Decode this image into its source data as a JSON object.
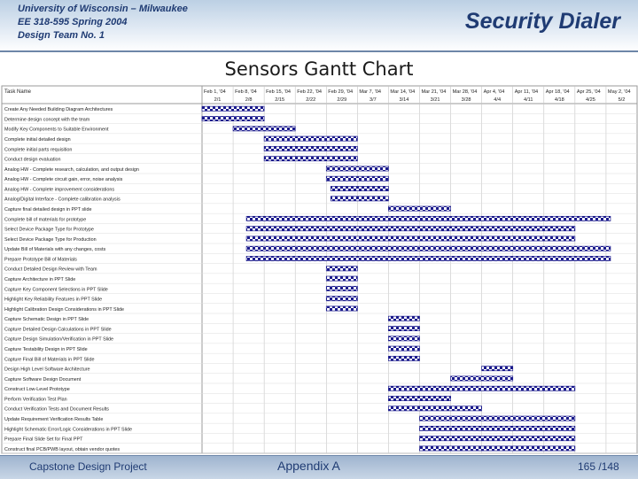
{
  "header": {
    "institution": "University of Wisconsin – Milwaukee",
    "course": "EE 318-595 Spring 2004",
    "team": "Design Team No. 1",
    "deck_title": "Security Dialer"
  },
  "footer": {
    "left": "Capstone Design Project",
    "center": "Appendix A",
    "page": "165 /148"
  },
  "colors": {
    "bar": "#1a1a8c",
    "header_text": "#1f3b73",
    "grid": "#c4c4c4"
  },
  "chart_data": {
    "type": "gantt",
    "title": "Sensors Gantt Chart",
    "task_header": "Task Name",
    "weeks": [
      {
        "label": "Feb 1, '04",
        "day": "2/1"
      },
      {
        "label": "Feb 8, '04",
        "day": "2/8"
      },
      {
        "label": "Feb 15, '04",
        "day": "2/15"
      },
      {
        "label": "Feb 22, '04",
        "day": "2/22"
      },
      {
        "label": "Feb 29, '04",
        "day": "2/29"
      },
      {
        "label": "Mar 7, '04",
        "day": "3/7"
      },
      {
        "label": "Mar 14, '04",
        "day": "3/14"
      },
      {
        "label": "Mar 21, '04",
        "day": "3/21"
      },
      {
        "label": "Mar 28, '04",
        "day": "3/28"
      },
      {
        "label": "Apr 4, '04",
        "day": "4/4"
      },
      {
        "label": "Apr 11, '04",
        "day": "4/11"
      },
      {
        "label": "Apr 18, '04",
        "day": "4/18"
      },
      {
        "label": "Apr 25, '04",
        "day": "4/25"
      },
      {
        "label": "May 2, '04",
        "day": "5/2"
      }
    ],
    "tasks": [
      {
        "name": "Create Any Needed Building Diagram Architectures",
        "start": "2/1",
        "end": "2/15"
      },
      {
        "name": "Determine design concept with the team",
        "start": "2/1",
        "end": "2/15"
      },
      {
        "name": "Modify Key Components to Suitable Environment",
        "start": "2/8",
        "end": "2/22"
      },
      {
        "name": "Complete initial detailed design",
        "start": "2/15",
        "end": "3/7"
      },
      {
        "name": "Complete initial parts requisition",
        "start": "2/15",
        "end": "3/7"
      },
      {
        "name": "Conduct design evaluation",
        "start": "2/15",
        "end": "3/7"
      },
      {
        "name": "Analog HW - Complete research, calculation, and output design",
        "start": "2/29",
        "end": "3/14"
      },
      {
        "name": "Analog HW - Complete circuit gain, error, noise analysis",
        "start": "2/29",
        "end": "3/14"
      },
      {
        "name": "Analog HW - Complete improvement considerations",
        "start": "3/1",
        "end": "3/14"
      },
      {
        "name": "Analog/Digital Interface - Complete calibration analysis",
        "start": "3/1",
        "end": "3/14"
      },
      {
        "name": "Capture final detailed design in PPT slide",
        "start": "3/14",
        "end": "3/28"
      },
      {
        "name": "Complete bill of materials for prototype",
        "start": "2/11",
        "end": "5/3"
      },
      {
        "name": "Select Device Package Type for Prototype",
        "start": "2/11",
        "end": "4/25"
      },
      {
        "name": "Select Device Package Type for Production",
        "start": "2/11",
        "end": "4/25"
      },
      {
        "name": "Update Bill of Materials with any changes, costs",
        "start": "2/11",
        "end": "5/3"
      },
      {
        "name": "Prepare Prototype Bill of Materials",
        "start": "2/11",
        "end": "5/3"
      },
      {
        "name": "Conduct Detailed Design Review with Team",
        "start": "2/29",
        "end": "3/7"
      },
      {
        "name": "Capture Architecture in PPT Slide",
        "start": "2/29",
        "end": "3/7"
      },
      {
        "name": "Capture Key Component Selections in PPT Slide",
        "start": "2/29",
        "end": "3/7"
      },
      {
        "name": "Highlight Key Reliability Features in PPT Slide",
        "start": "2/29",
        "end": "3/7"
      },
      {
        "name": "Highlight Calibration Design Considerations in PPT Slide",
        "start": "2/29",
        "end": "3/7"
      },
      {
        "name": "Capture Schematic Design in PPT Slide",
        "start": "3/14",
        "end": "3/21"
      },
      {
        "name": "Capture Detailed Design Calculations in PPT Slide",
        "start": "3/14",
        "end": "3/21"
      },
      {
        "name": "Capture Design Simulation/Verification in PPT Slide",
        "start": "3/14",
        "end": "3/21"
      },
      {
        "name": "Capture Testability Design in PPT Slide",
        "start": "3/14",
        "end": "3/21"
      },
      {
        "name": "Capture Final Bill of Materials in PPT Slide",
        "start": "3/14",
        "end": "3/21"
      },
      {
        "name": "Design High Level Software Architecture",
        "start": "4/4",
        "end": "4/11"
      },
      {
        "name": "Capture Software Design Document",
        "start": "3/28",
        "end": "4/11"
      },
      {
        "name": "Construct Low-Level Prototype",
        "start": "3/14",
        "end": "4/25"
      },
      {
        "name": "Perform Verification Test Plan",
        "start": "3/14",
        "end": "3/28"
      },
      {
        "name": "Conduct Verification Tests and Document Results",
        "start": "3/14",
        "end": "4/4"
      },
      {
        "name": "Update Requirement Verification Results Table",
        "start": "3/21",
        "end": "4/25"
      },
      {
        "name": "Highlight Schematic Error/Logic Considerations in PPT Slide",
        "start": "3/21",
        "end": "4/25"
      },
      {
        "name": "Prepare Final Slide Set for Final PPT",
        "start": "3/21",
        "end": "4/25"
      },
      {
        "name": "Construct final PCB/PWB layout, obtain vendor quotes",
        "start": "3/21",
        "end": "4/25"
      }
    ]
  }
}
